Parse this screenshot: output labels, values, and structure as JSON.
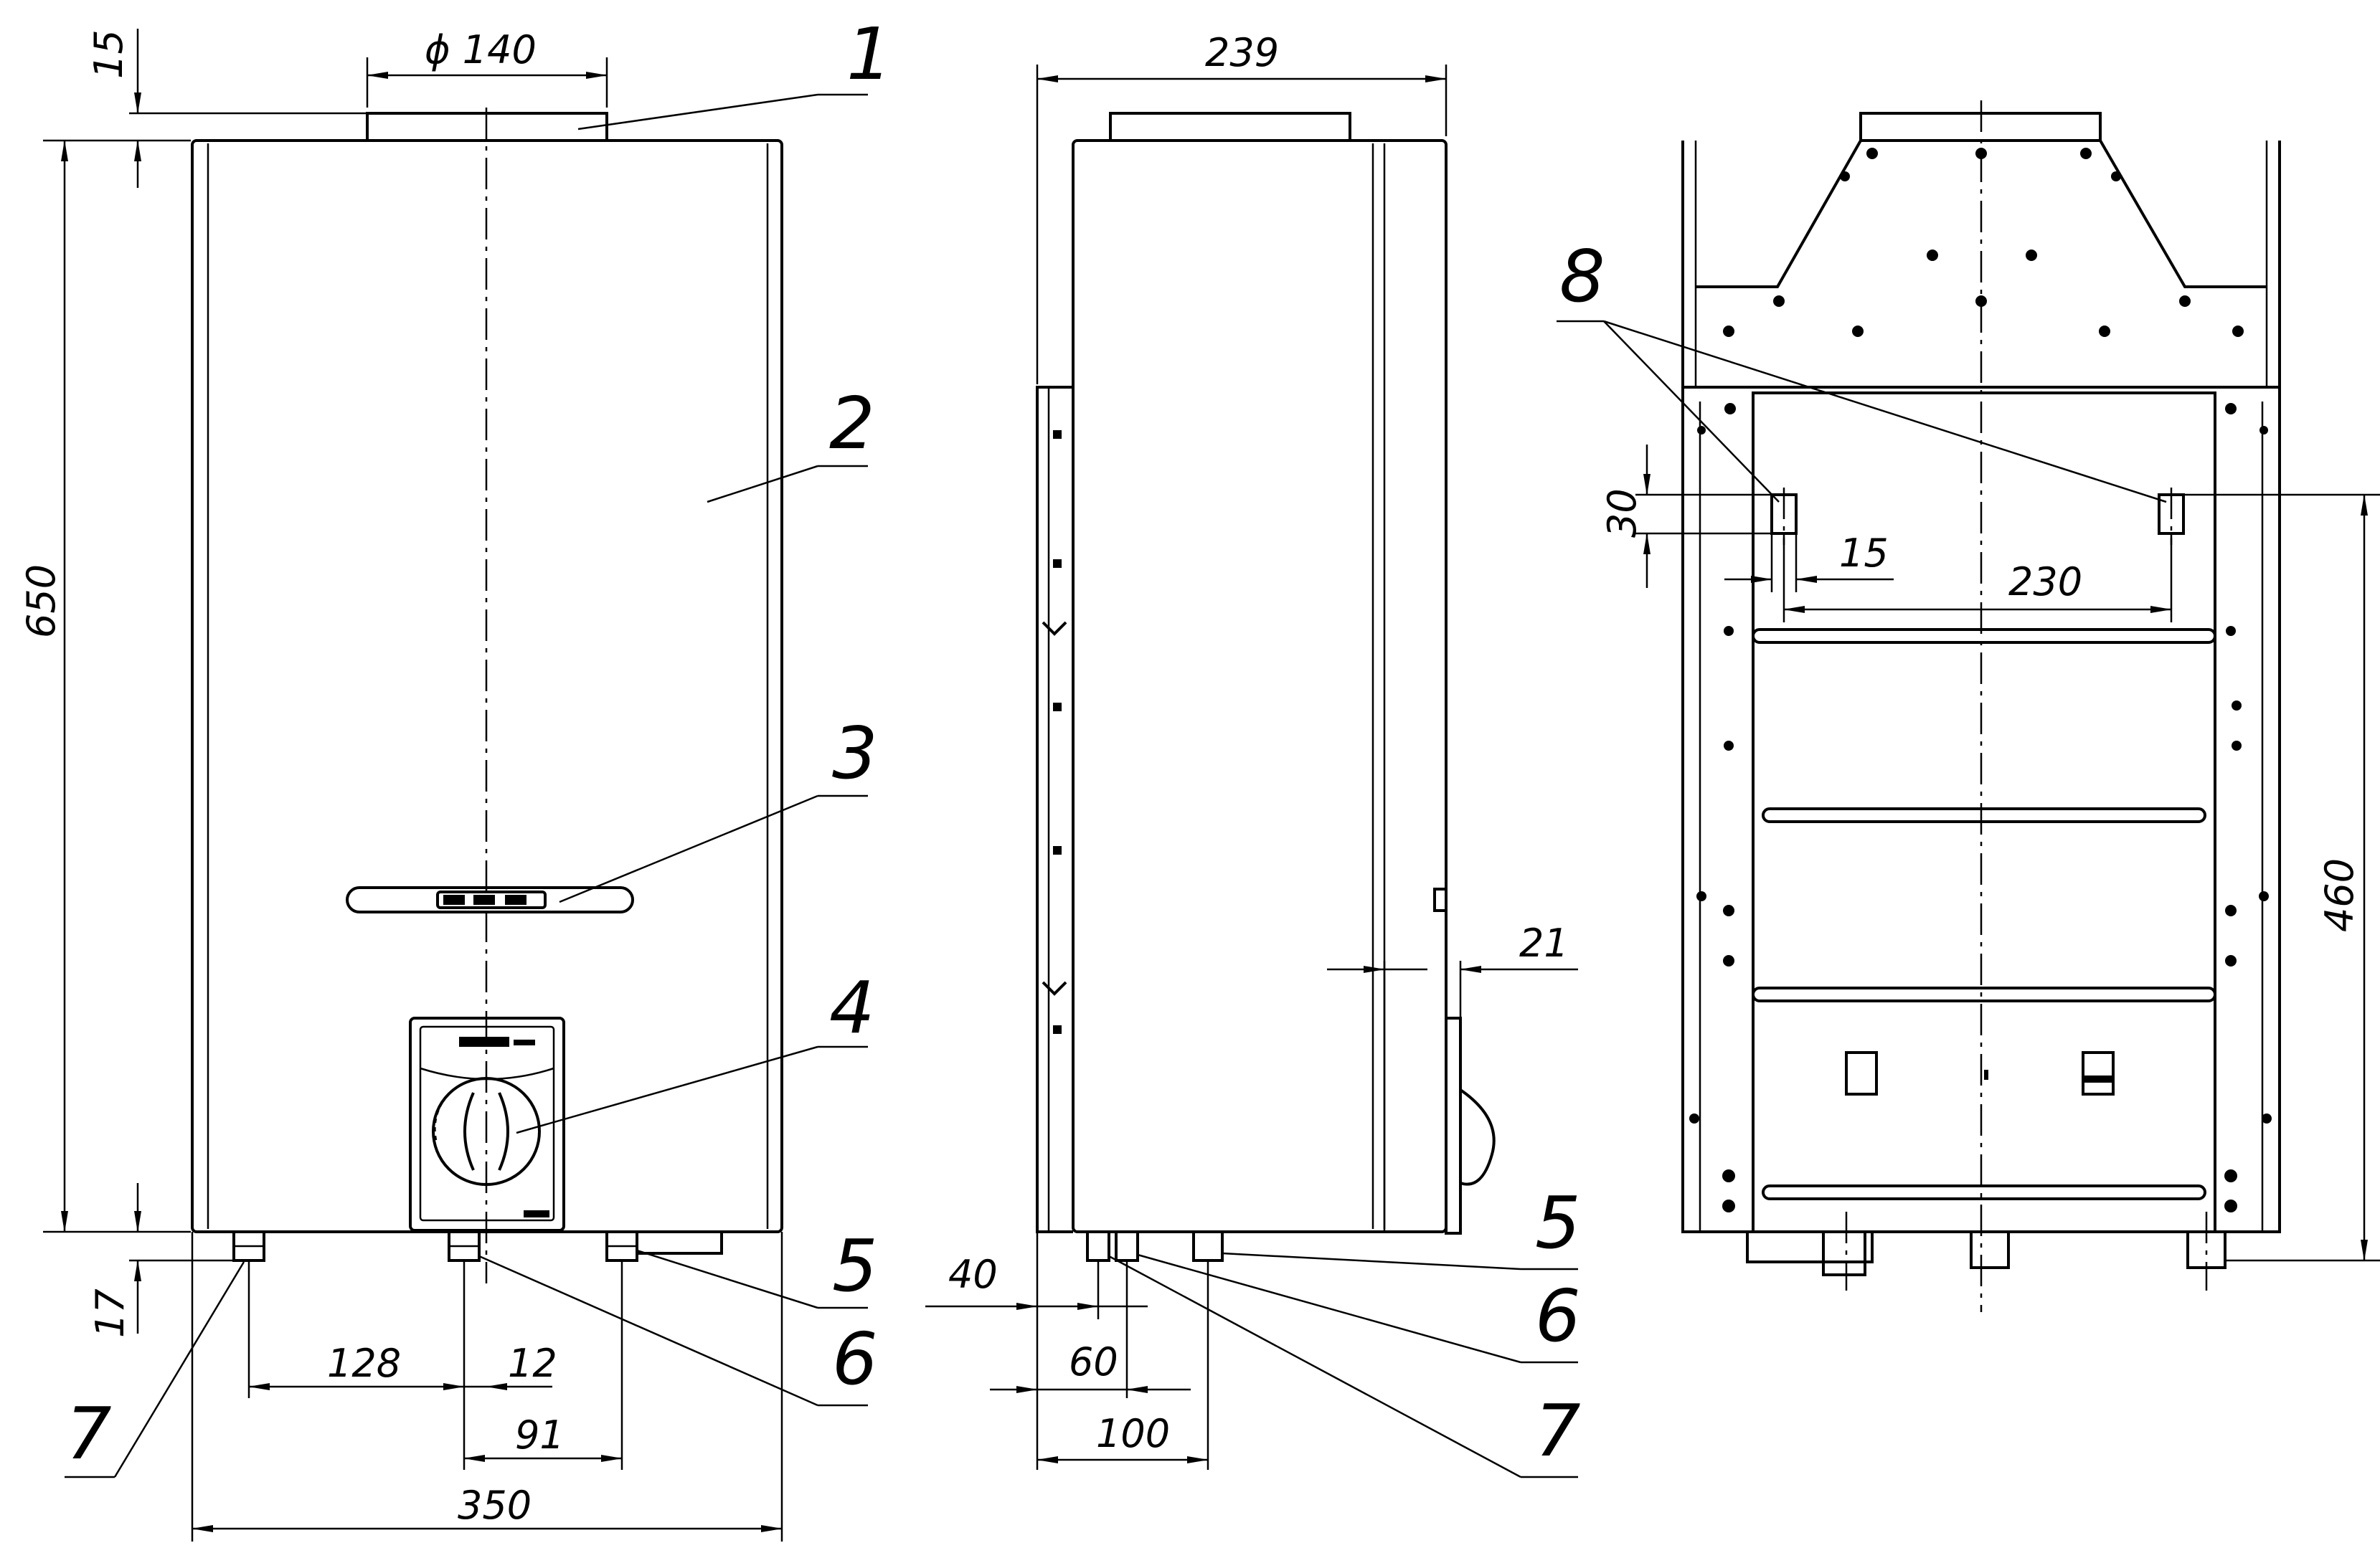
{
  "drawing": {
    "front_view": {
      "dim_diameter": "ϕ 140",
      "dim_top_gap": "15",
      "dim_height": "650",
      "dim_bottom_gap": "17",
      "dim_128": "128",
      "dim_12": "12",
      "dim_91": "91",
      "dim_width": "350"
    },
    "side_view": {
      "dim_depth": "239",
      "dim_21": "21",
      "dim_40": "40",
      "dim_60": "60",
      "dim_100": "100"
    },
    "rear_view": {
      "dim_30": "30",
      "dim_15": "15",
      "dim_230": "230",
      "dim_460": "460"
    },
    "callouts": [
      "1",
      "2",
      "3",
      "4",
      "5",
      "6",
      "7",
      "8"
    ],
    "side_callouts": [
      "5",
      "6",
      "7"
    ]
  }
}
